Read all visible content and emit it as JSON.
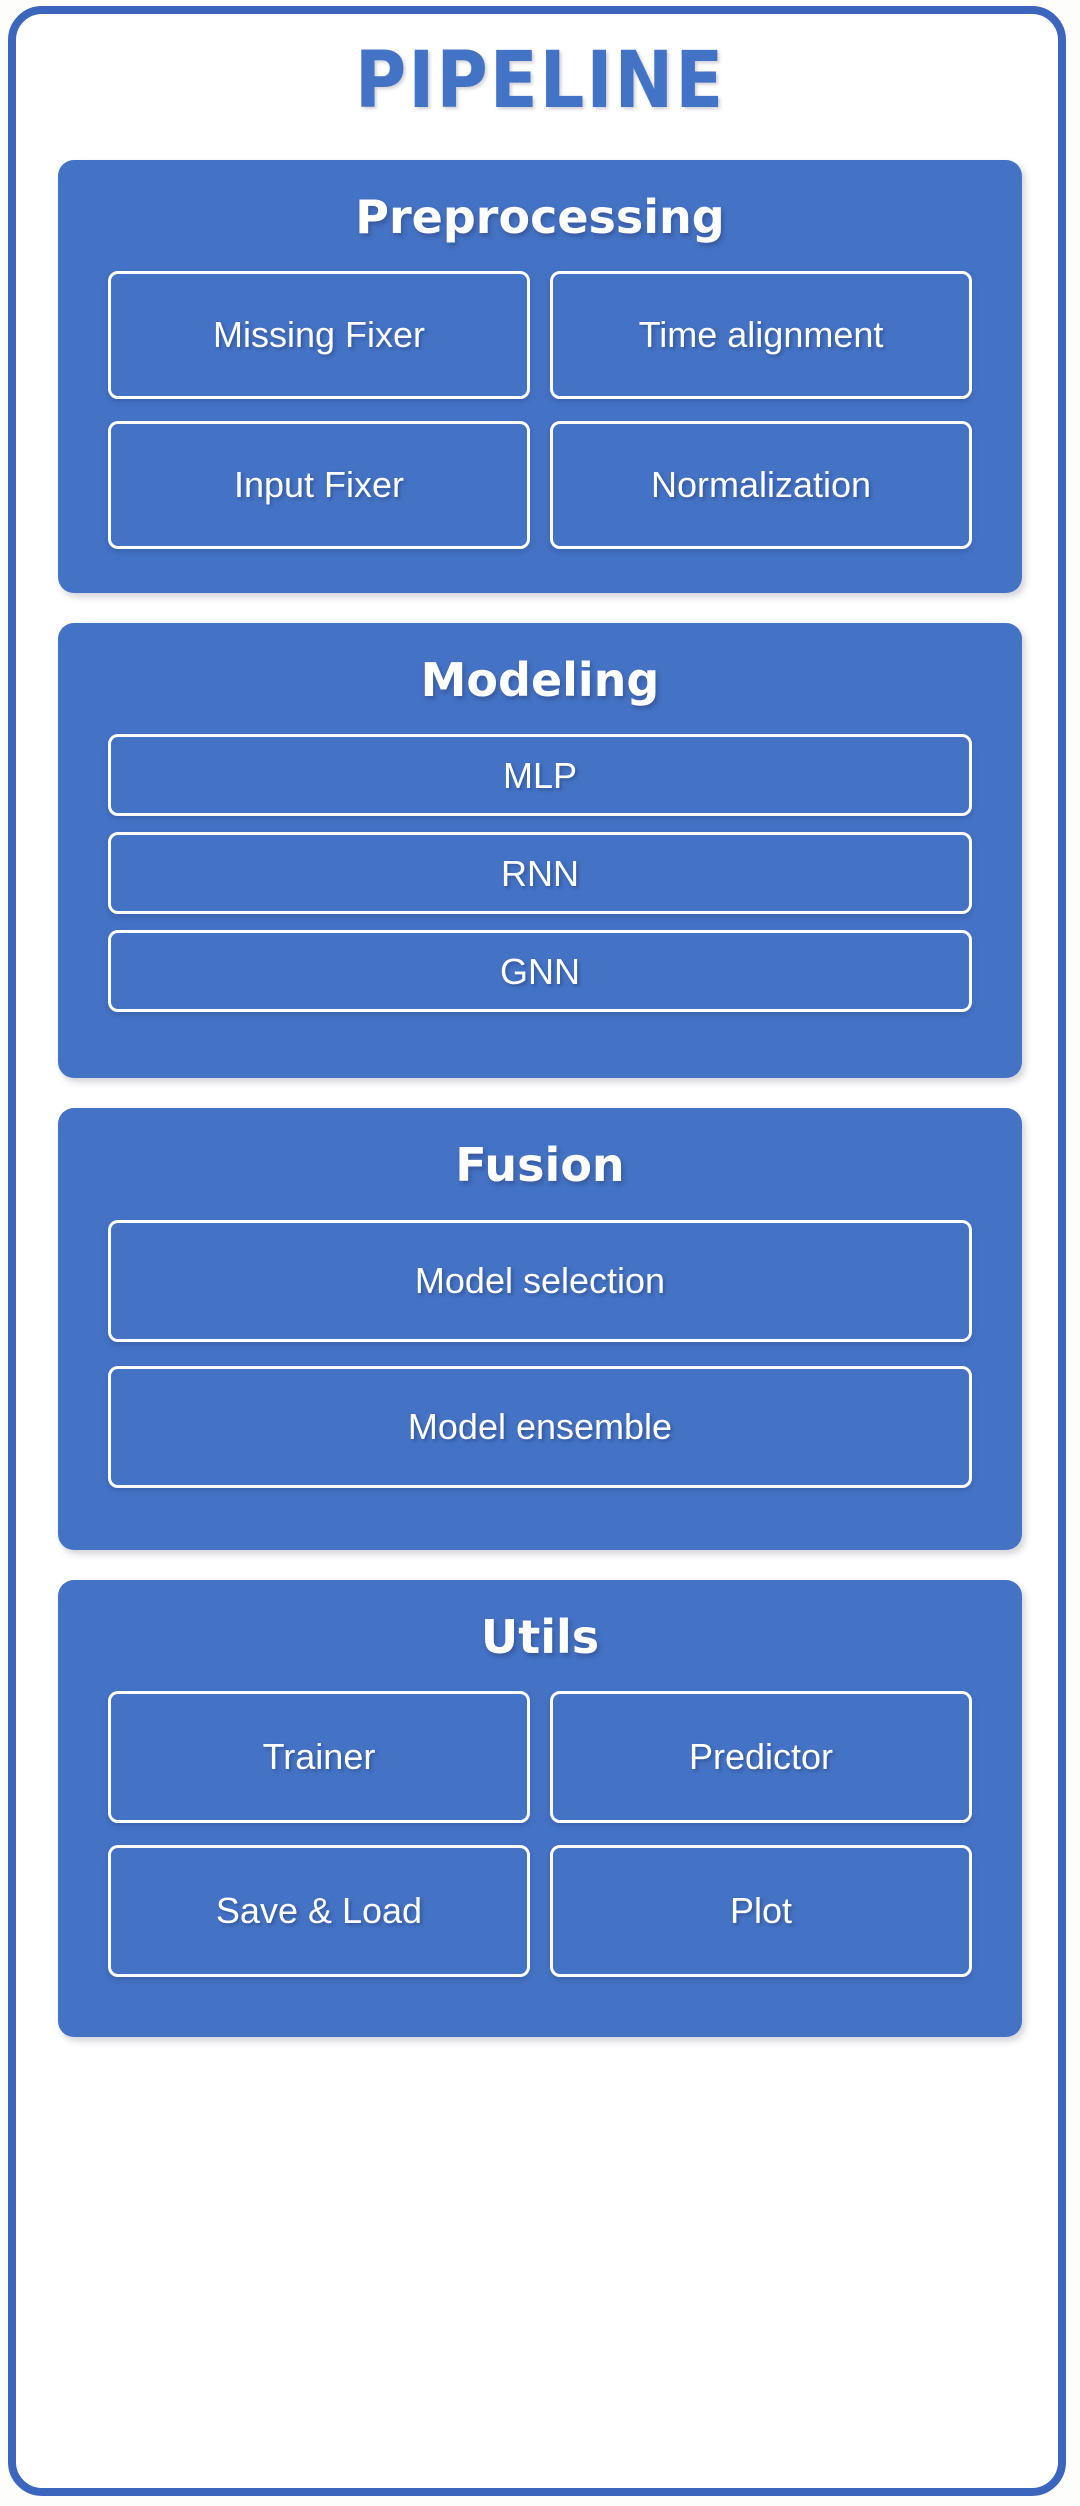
{
  "title": "PIPELINE",
  "colors": {
    "frame": "#3C66BD",
    "panel": "#4472C4",
    "title_text": "#4373C4",
    "item_border": "#FFFFFF",
    "item_text": "#FFFFFF",
    "background": "#FFFFFF"
  },
  "sections": [
    {
      "id": "preprocessing",
      "title": "Preprocessing",
      "layout": "grid2",
      "items": [
        {
          "label": "Missing Fixer"
        },
        {
          "label": "Time alignment"
        },
        {
          "label": "Input Fixer"
        },
        {
          "label": "Normalization"
        }
      ]
    },
    {
      "id": "modeling",
      "title": "Modeling",
      "layout": "stack",
      "items": [
        {
          "label": "MLP"
        },
        {
          "label": "RNN"
        },
        {
          "label": "GNN"
        }
      ]
    },
    {
      "id": "fusion",
      "title": "Fusion",
      "layout": "stack",
      "items": [
        {
          "label": "Model selection"
        },
        {
          "label": "Model ensemble"
        }
      ]
    },
    {
      "id": "utils",
      "title": "Utils",
      "layout": "grid2",
      "items": [
        {
          "label": "Trainer"
        },
        {
          "label": "Predictor"
        },
        {
          "label": "Save & Load"
        },
        {
          "label": "Plot"
        }
      ]
    }
  ]
}
